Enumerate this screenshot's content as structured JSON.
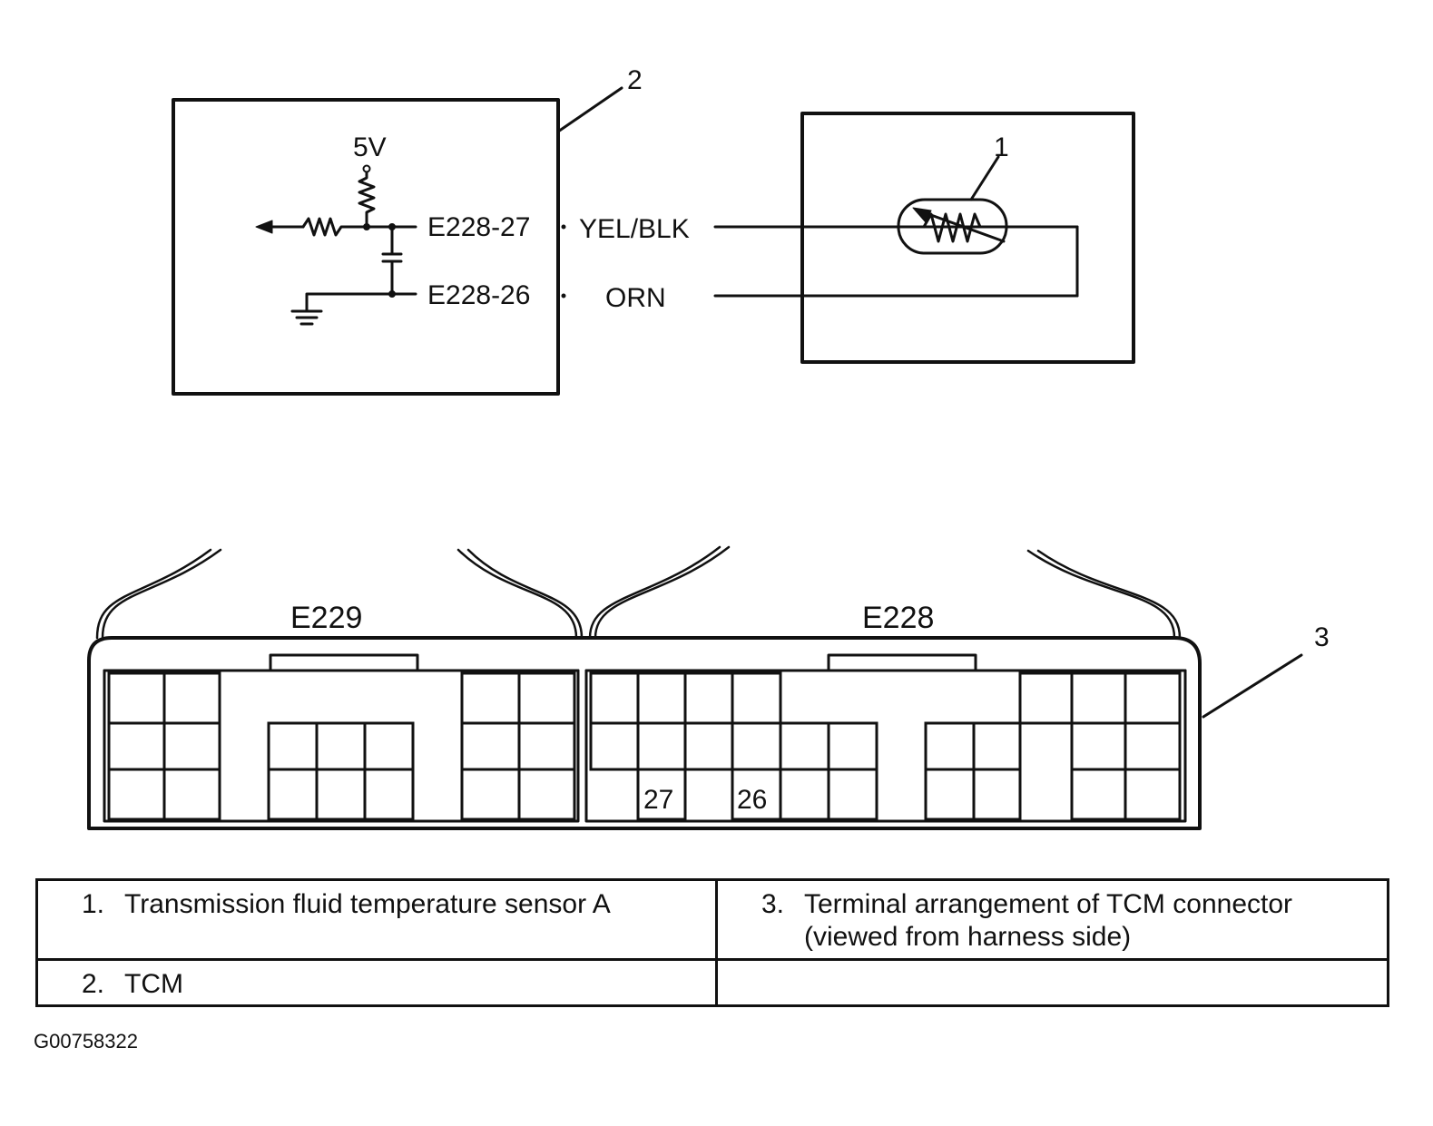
{
  "tcm": {
    "supply_label": "5V",
    "pin_27_label": "E228-27",
    "pin_26_label": "E228-26",
    "callout": "2"
  },
  "wires": {
    "signal_color": "YEL/BLK",
    "ground_color": "ORN"
  },
  "sensor": {
    "callout": "1"
  },
  "connector": {
    "left_label": "E229",
    "right_label": "E228",
    "callout": "3",
    "pin_labels": [
      "27",
      "26"
    ]
  },
  "legend": {
    "rows": [
      [
        {
          "num": "1.",
          "text": "Transmission fluid temperature sensor A"
        },
        {
          "num": "3.",
          "text": "Terminal arrangement of TCM connector (viewed from harness side)"
        }
      ],
      [
        {
          "num": "2.",
          "text": "TCM"
        },
        {
          "num": "",
          "text": ""
        }
      ]
    ]
  },
  "figure_id": "G00758322"
}
